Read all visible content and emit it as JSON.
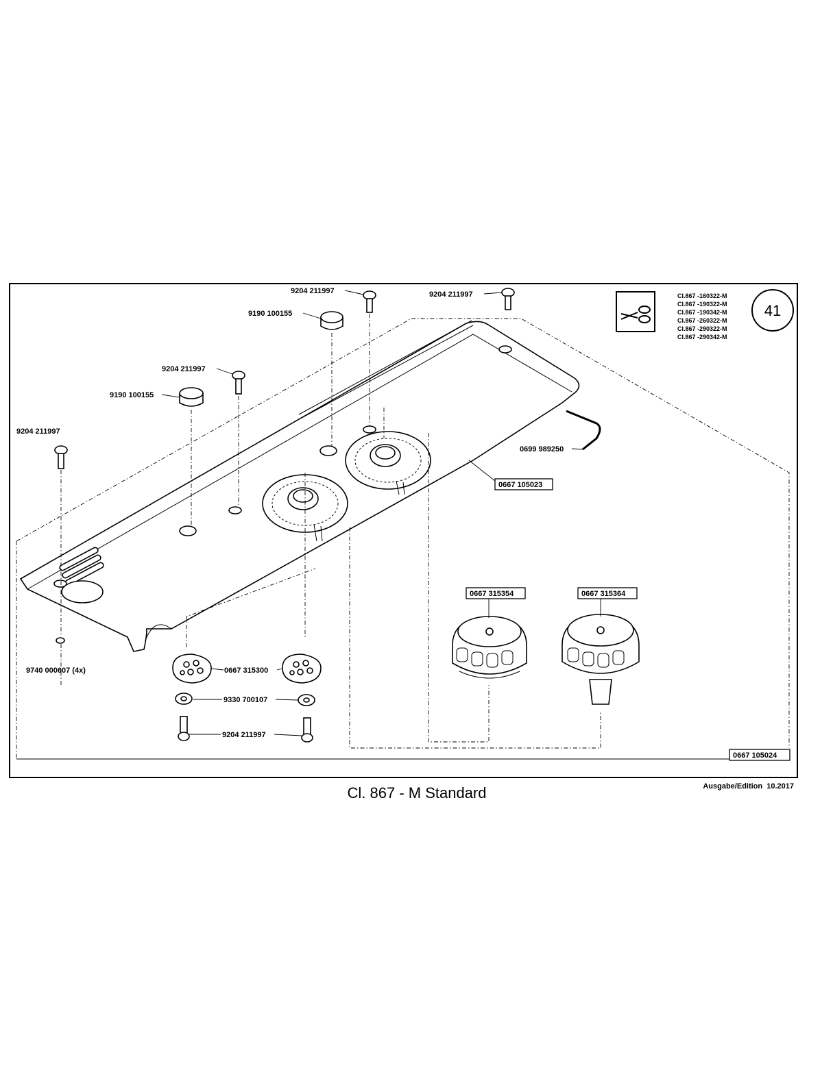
{
  "page_number": "41",
  "model_list": [
    "Cl.867 -160322-M",
    "Cl.867 -190322-M",
    "Cl.867 -190342-M",
    "Cl.867 -260322-M",
    "Cl.867 -290322-M",
    "Cl.867 -290342-M"
  ],
  "parts": {
    "screw_top_center": "9204 211997",
    "screw_top_right": "9204 211997",
    "plug_top": "9190 100155",
    "screw_mid": "9204 211997",
    "plug_mid": "9190 100155",
    "screw_left": "9204 211997",
    "washer_left": "9740 000607 (4x)",
    "wire_clip": "0699 989250",
    "assembly_top": "0667 105023",
    "knob_left": "0667 315354",
    "knob_right": "0667 315364",
    "spring_plate": "0667 315300",
    "washer_bottom": "9330 700107",
    "screw_bottom": "9204 211997",
    "assembly_full": "0667 105024"
  },
  "footer": {
    "title": "Cl. 867 - M Standard",
    "edition": "Ausgabe/Edition  10.2017"
  },
  "icons": [
    "scissors-icon"
  ]
}
